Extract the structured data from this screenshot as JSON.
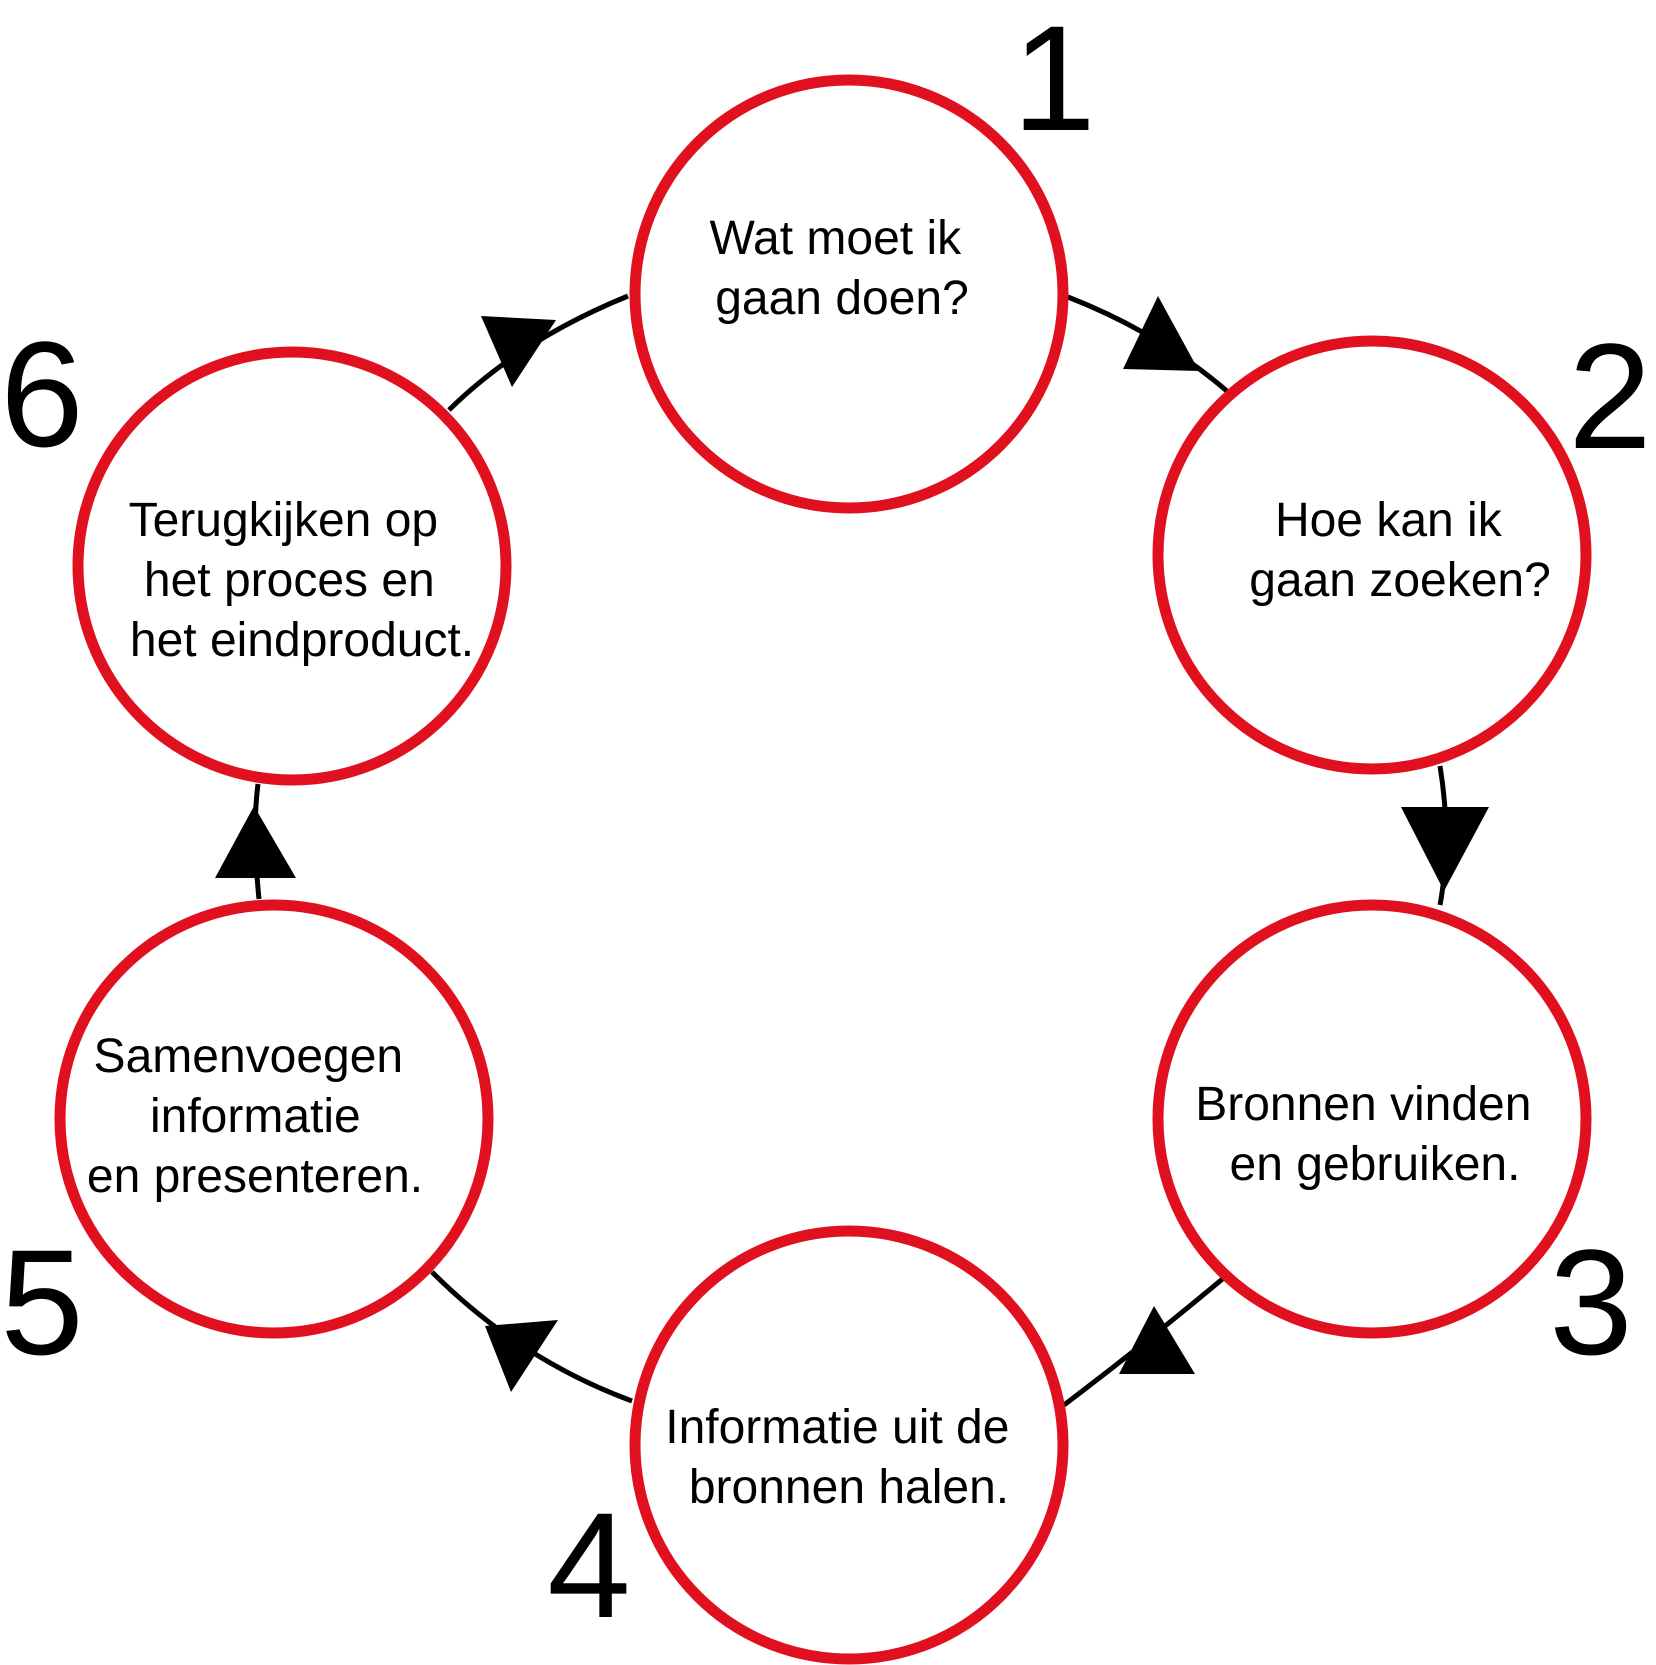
{
  "colors": {
    "circle_stroke": "#e0101e",
    "connector": "#000000",
    "background": "#ffffff"
  },
  "steps": [
    {
      "number": "1",
      "lines": [
        "Wat moet ik",
        "gaan doen?"
      ]
    },
    {
      "number": "2",
      "lines": [
        "Hoe kan ik",
        "gaan zoeken?"
      ]
    },
    {
      "number": "3",
      "lines": [
        "Bronnen vinden",
        "en gebruiken."
      ]
    },
    {
      "number": "4",
      "lines": [
        "Informatie uit de",
        "bronnen halen."
      ]
    },
    {
      "number": "5",
      "lines": [
        "Samenvoegen",
        "informatie",
        "en presenteren."
      ]
    },
    {
      "number": "6",
      "lines": [
        "Terugkijken op",
        "het proces en",
        "het eindproduct."
      ]
    }
  ]
}
